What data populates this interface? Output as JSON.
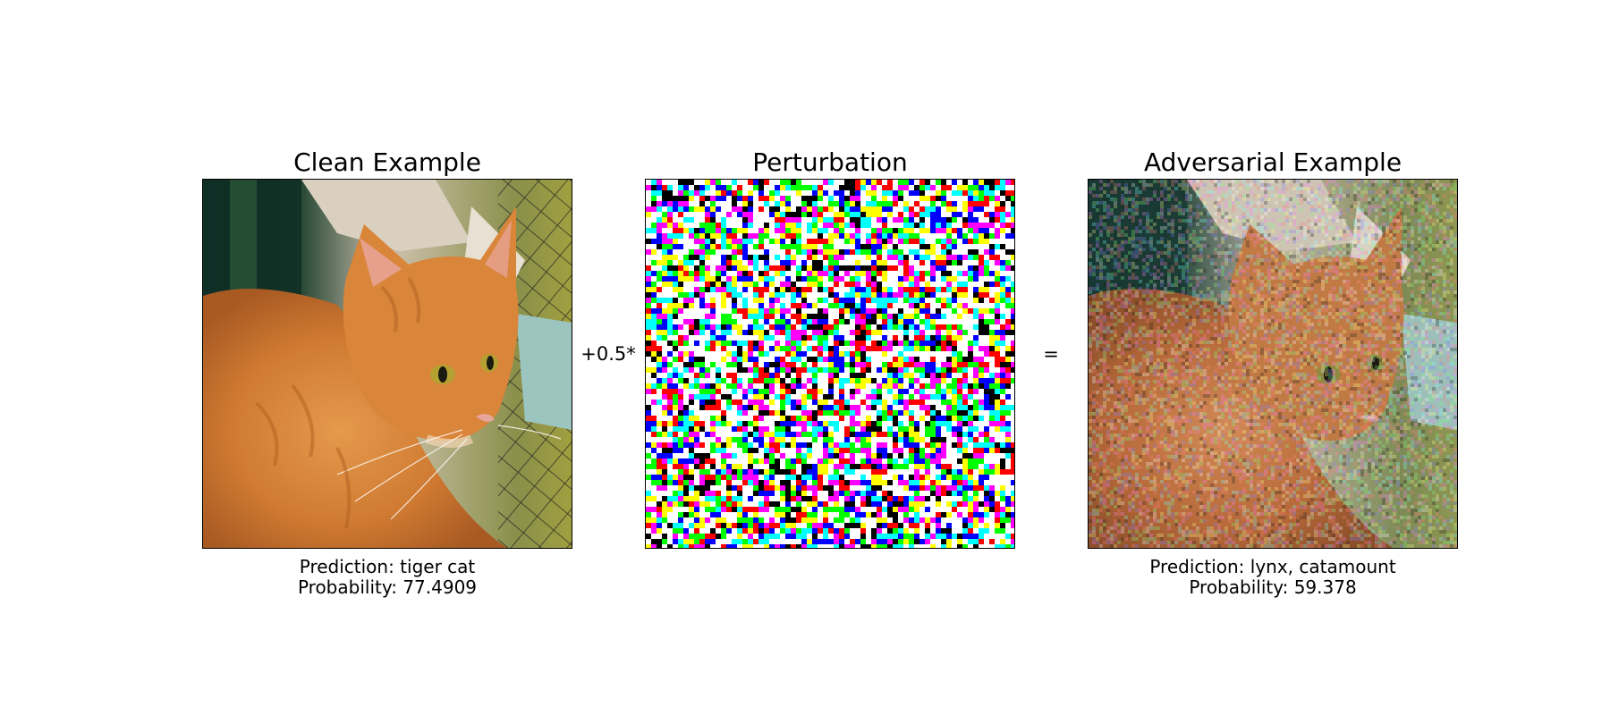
{
  "panels": [
    {
      "title": "Clean Example",
      "caption": {
        "prediction": "Prediction: tiger cat",
        "probability": "Probability: 77.4909"
      },
      "image": {
        "description_icon": "cat-photo",
        "colors": [
          "#c96f2a",
          "#e08a3c",
          "#0e2a22",
          "#6a8a3a",
          "#d8d0c2"
        ]
      }
    },
    {
      "title": "Perturbation",
      "image": {
        "description_icon": "noise-pattern",
        "colors": [
          "#ffffff",
          "#000000",
          "#ff0000",
          "#00ff00",
          "#0000ff",
          "#ffff00",
          "#ff00ff",
          "#00ffff"
        ]
      }
    },
    {
      "title": "Adversarial Example",
      "caption": {
        "prediction": "Prediction: lynx, catamount",
        "probability": "Probability: 59.378"
      },
      "image": {
        "description_icon": "noisy-cat-photo",
        "colors": [
          "#b8643a",
          "#c98a55",
          "#1a3d38",
          "#7fa080",
          "#cfc6b8"
        ]
      }
    }
  ],
  "operators": {
    "plus": "+0.5*",
    "equals": "="
  }
}
